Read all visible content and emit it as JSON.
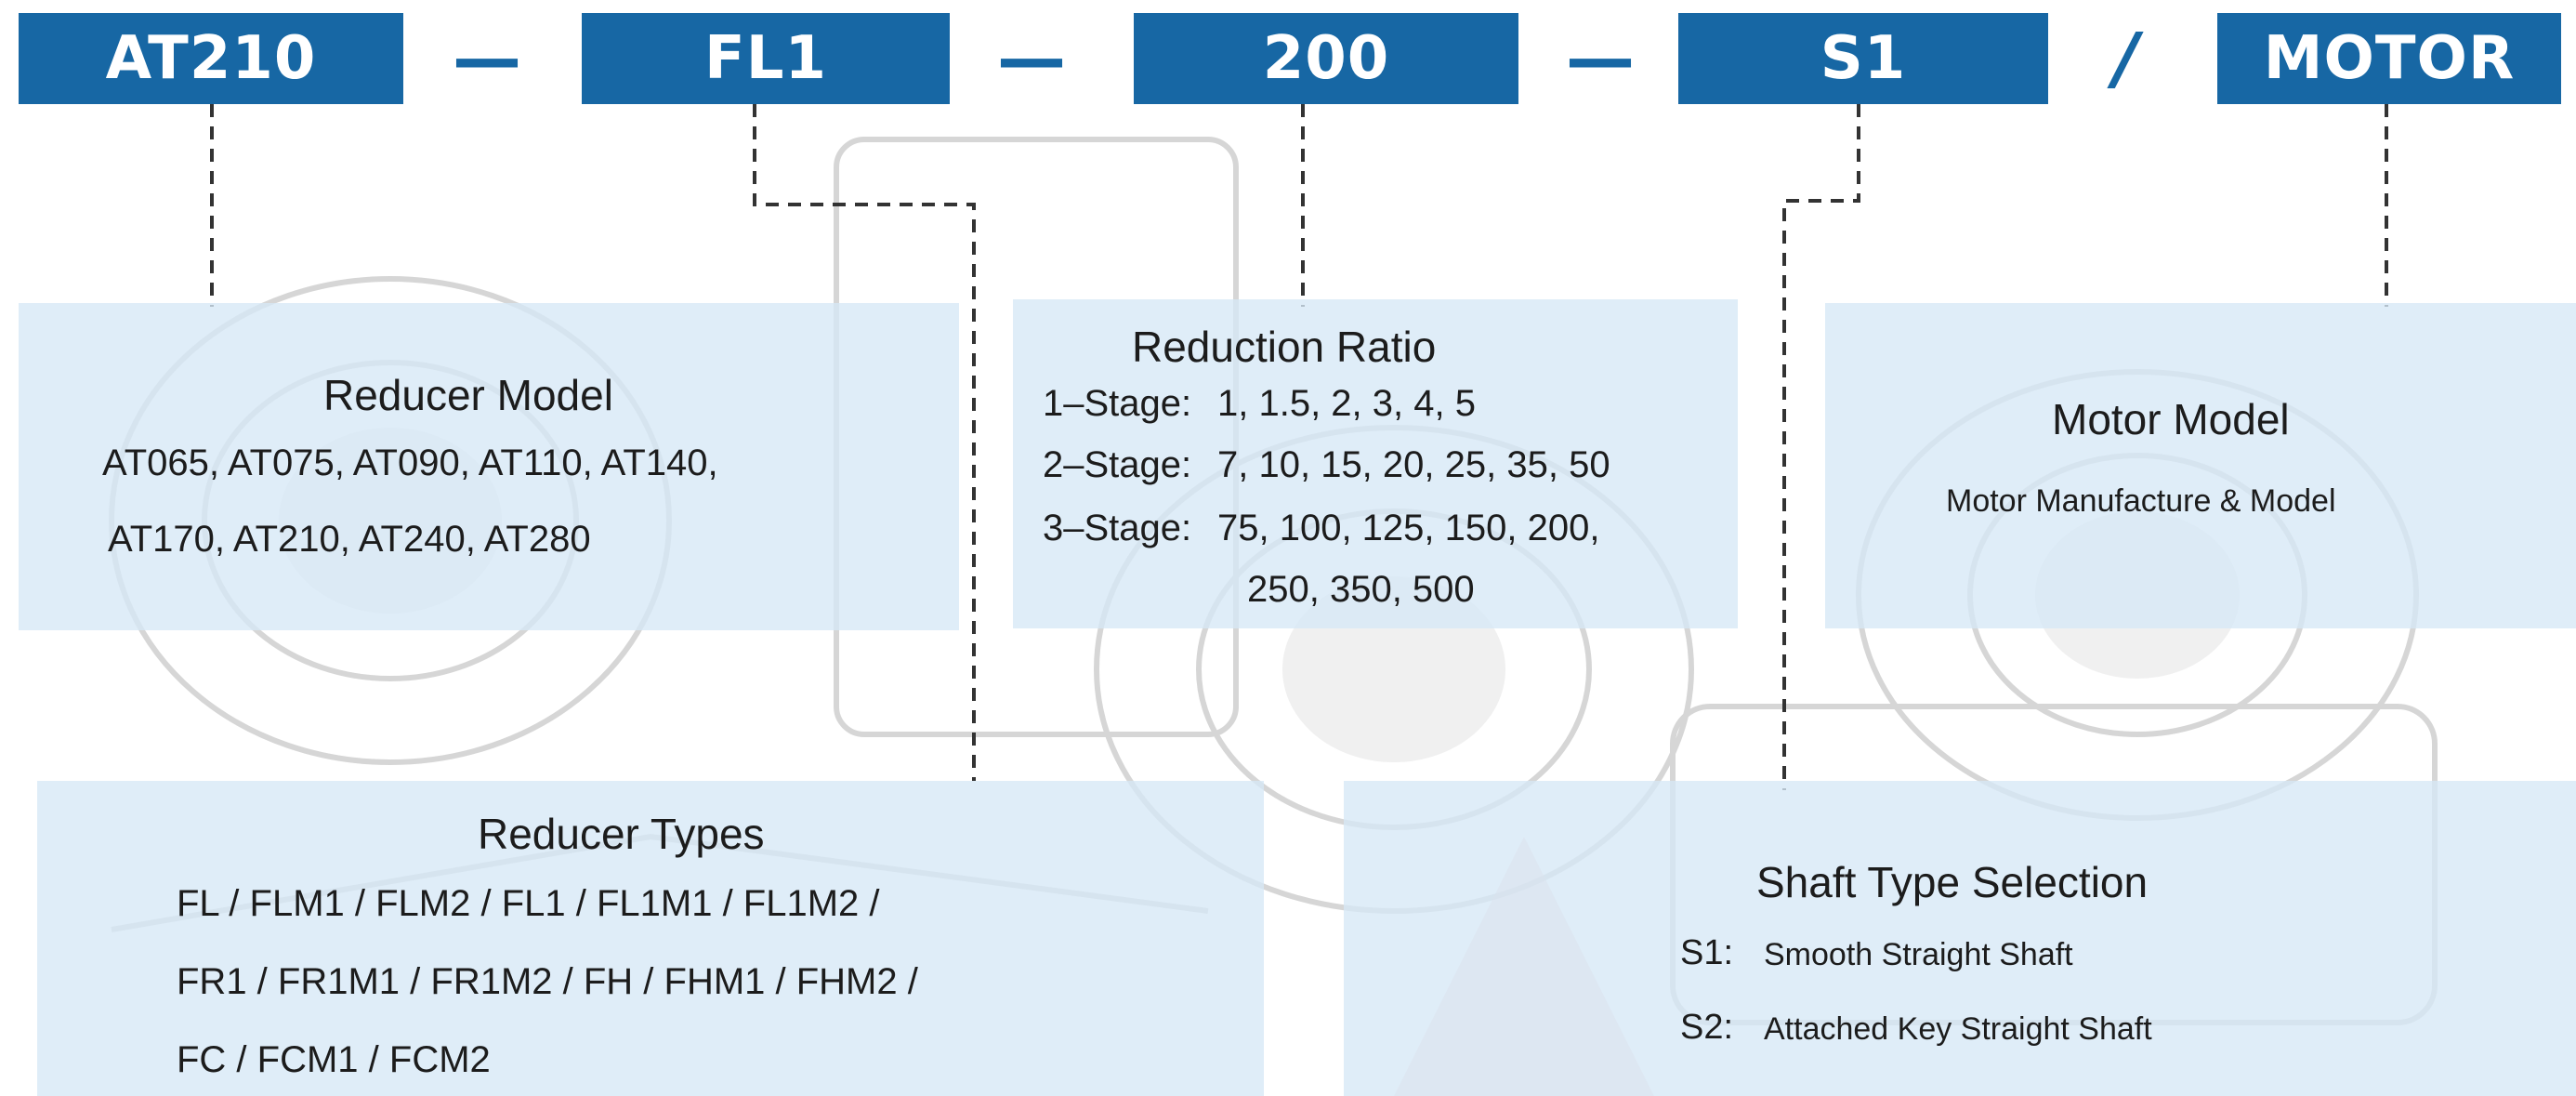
{
  "code": {
    "reducer": "AT210",
    "type": "FL1",
    "ratio": "200",
    "shaft": "S1",
    "motor": "MOTOR",
    "sep1": "—",
    "sep2": "—",
    "sep3": "—",
    "sep4": "/"
  },
  "reducer_model": {
    "title": "Reducer Model",
    "lines": [
      "AT065, AT075, AT090, AT110, AT140,",
      "AT170, AT210, AT240, AT280"
    ]
  },
  "reduction_ratio": {
    "title": "Reduction Ratio",
    "rows": [
      {
        "stage": "1–Stage:",
        "values": "1, 1.5, 2, 3, 4, 5"
      },
      {
        "stage": "2–Stage:",
        "values": "7, 10, 15, 20, 25, 35, 50"
      },
      {
        "stage": "3–Stage:",
        "values": "75, 100, 125, 150, 200,"
      }
    ],
    "continuation": "250, 350, 500"
  },
  "motor_model": {
    "title": "Motor Model",
    "subtitle": "Motor Manufacture & Model"
  },
  "reducer_types": {
    "title": "Reducer Types",
    "lines": [
      "FL / FLM1 / FLM2 / FL1 / FL1M1 / FL1M2 /",
      "FR1 / FR1M1 / FR1M2 / FH / FHM1 / FHM2 /",
      "FC / FCM1 / FCM2"
    ]
  },
  "shaft_type": {
    "title": "Shaft Type Selection",
    "options": [
      {
        "code": "S1:",
        "desc": "Smooth Straight Shaft"
      },
      {
        "code": "S2:",
        "desc": "Attached Key Straight Shaft"
      }
    ]
  },
  "colors": {
    "code_box": "#1767a4",
    "panel": "#d6e8f6"
  }
}
